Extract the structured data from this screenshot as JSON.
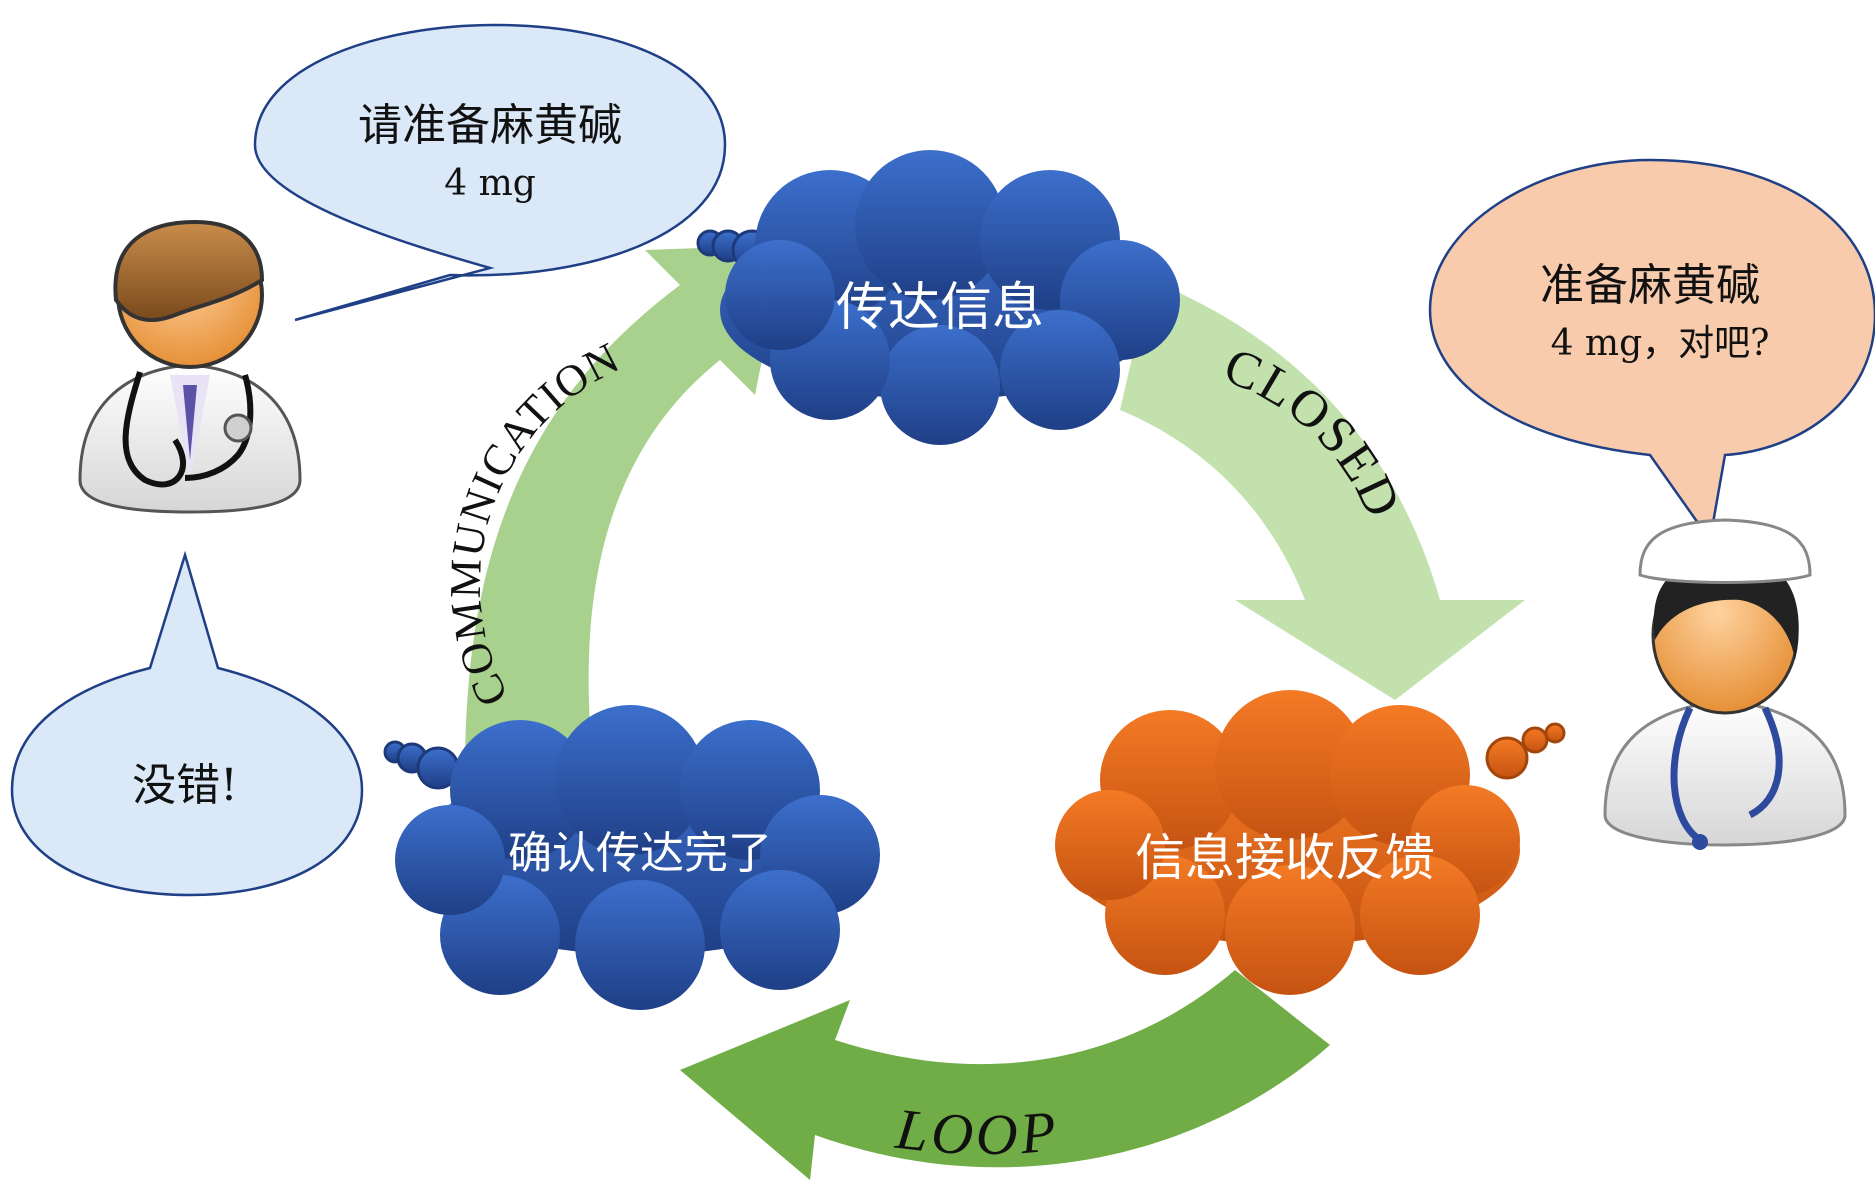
{
  "diagram": {
    "nodes": {
      "transmit": "传达信息",
      "feedback": "信息接收反馈",
      "confirm": "确认传达完了"
    },
    "arrow_labels": {
      "communication": "COMMUNICATION",
      "closed": "CLOSED",
      "loop": "LOOP"
    },
    "bubbles": {
      "doctor_request_line1": "请准备麻黄碱",
      "doctor_request_line2": "4 mg",
      "nurse_reply_line1": "准备麻黄碱",
      "nurse_reply_line2": "4 mg，对吧?",
      "doctor_confirm": "没错!"
    }
  },
  "colors": {
    "blue_cloud": "#2e5cae",
    "orange_cloud": "#e8691e",
    "light_green_arrow": "#a9d18e",
    "dark_green_arrow": "#70ad47",
    "doctor_bubble": "#dae8f7",
    "nurse_bubble": "#f8cbad"
  }
}
